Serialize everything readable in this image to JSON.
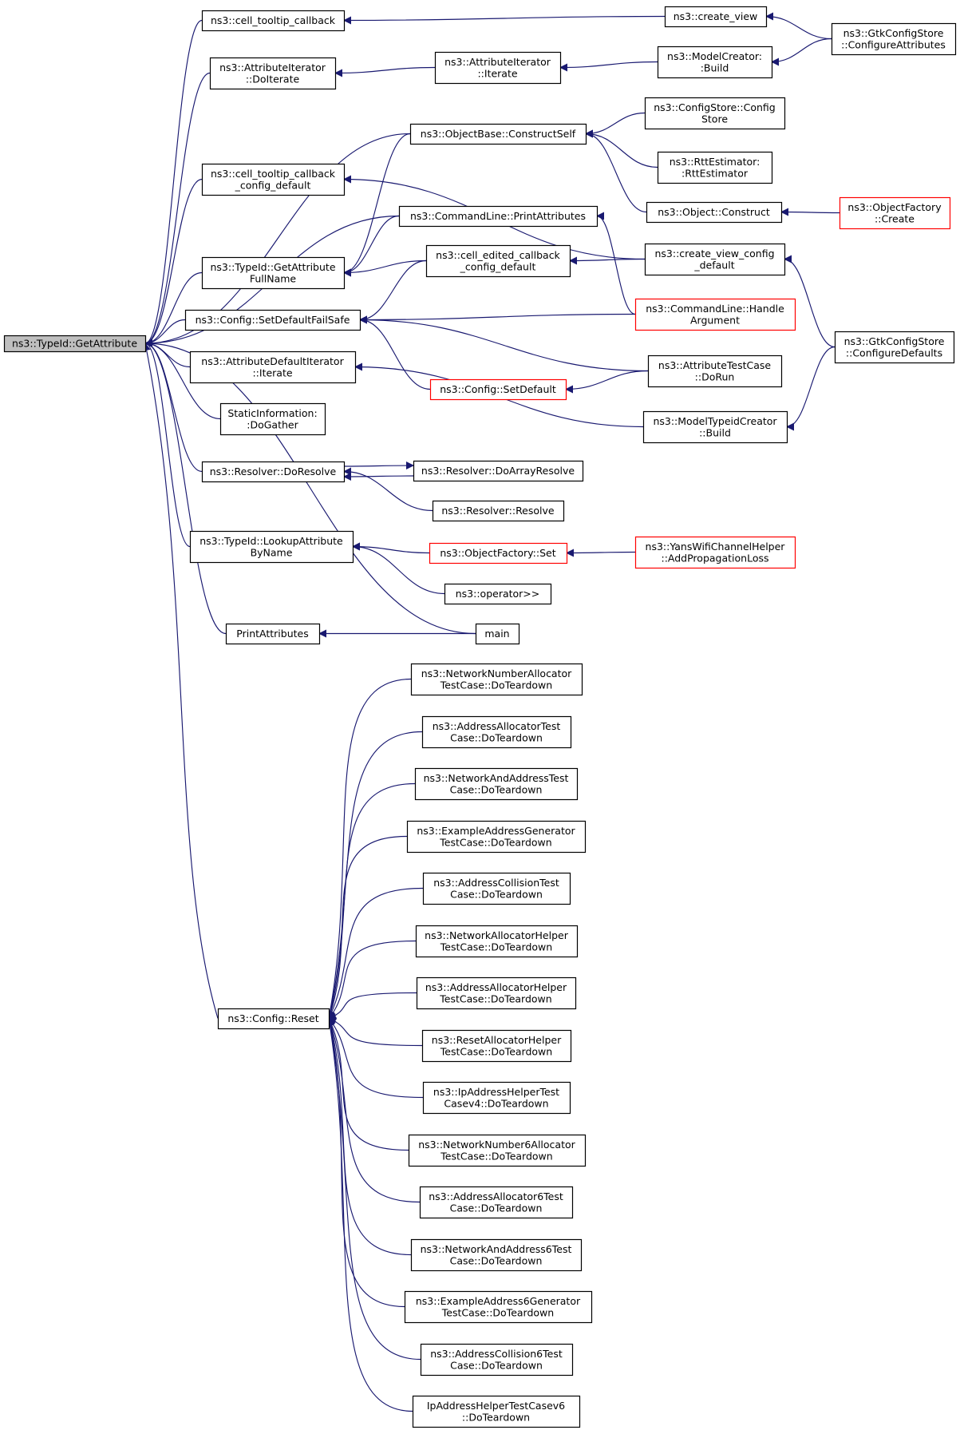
{
  "graph": {
    "colors": {
      "edge": "#191970",
      "node_border": "#000000",
      "node_border_highlight": "#ff0000",
      "root_fill": "#bfbfbf",
      "background": "#ffffff"
    },
    "nodes": [
      {
        "id": "root",
        "lines": [
          "ns3::TypeId::GetAttribute"
        ],
        "root": true
      },
      {
        "id": "ctc",
        "lines": [
          "ns3::cell_tooltip_callback"
        ]
      },
      {
        "id": "aidi",
        "lines": [
          "ns3::AttributeIterator",
          "::DoIterate"
        ]
      },
      {
        "id": "ctccd",
        "lines": [
          "ns3::cell_tooltip_callback",
          "_config_default"
        ]
      },
      {
        "id": "tgafn",
        "lines": [
          "ns3::TypeId::GetAttribute",
          "FullName"
        ]
      },
      {
        "id": "cfgsdfs",
        "lines": [
          "ns3::Config::SetDefaultFailSafe"
        ]
      },
      {
        "id": "adii",
        "lines": [
          "ns3::AttributeDefaultIterator",
          "::Iterate"
        ]
      },
      {
        "id": "sidg",
        "lines": [
          "StaticInformation:",
          ":DoGather"
        ]
      },
      {
        "id": "rdr",
        "lines": [
          "ns3::Resolver::DoResolve"
        ]
      },
      {
        "id": "tlabn",
        "lines": [
          "ns3::TypeId::LookupAttribute",
          "ByName"
        ]
      },
      {
        "id": "pa",
        "lines": [
          "PrintAttributes"
        ]
      },
      {
        "id": "cr",
        "lines": [
          "ns3::Config::Reset"
        ]
      },
      {
        "id": "cv",
        "lines": [
          "ns3::create_view"
        ]
      },
      {
        "id": "aiit",
        "lines": [
          "ns3::AttributeIterator",
          "::Iterate"
        ]
      },
      {
        "id": "obcs",
        "lines": [
          "ns3::ObjectBase::ConstructSelf"
        ]
      },
      {
        "id": "clpa",
        "lines": [
          "ns3::CommandLine::PrintAttributes"
        ]
      },
      {
        "id": "cecd",
        "lines": [
          "ns3::cell_edited_callback",
          "_config_default"
        ]
      },
      {
        "id": "csd",
        "lines": [
          "ns3::Config::SetDefault"
        ],
        "red": true
      },
      {
        "id": "rdar",
        "lines": [
          "ns3::Resolver::DoArrayResolve"
        ]
      },
      {
        "id": "rr",
        "lines": [
          "ns3::Resolver::Resolve"
        ]
      },
      {
        "id": "ofs",
        "lines": [
          "ns3::ObjectFactory::Set"
        ],
        "red": true
      },
      {
        "id": "op",
        "lines": [
          "ns3::operator>>"
        ]
      },
      {
        "id": "main",
        "lines": [
          "main"
        ]
      },
      {
        "id": "mcb",
        "lines": [
          "ns3::ModelCreator:",
          ":Build"
        ]
      },
      {
        "id": "cscs",
        "lines": [
          "ns3::ConfigStore::Config",
          "Store"
        ]
      },
      {
        "id": "rtte",
        "lines": [
          "ns3::RttEstimator:",
          ":RttEstimator"
        ]
      },
      {
        "id": "oc",
        "lines": [
          "ns3::Object::Construct"
        ]
      },
      {
        "id": "cvcd",
        "lines": [
          "ns3::create_view_config",
          "_default"
        ]
      },
      {
        "id": "clha",
        "lines": [
          "ns3::CommandLine::Handle",
          "Argument"
        ],
        "red": true
      },
      {
        "id": "atcdr",
        "lines": [
          "ns3::AttributeTestCase",
          "::DoRun"
        ]
      },
      {
        "id": "mtcb",
        "lines": [
          "ns3::ModelTypeidCreator",
          "::Build"
        ]
      },
      {
        "id": "ywch",
        "lines": [
          "ns3::YansWifiChannelHelper",
          "::AddPropagationLoss"
        ],
        "red": true
      },
      {
        "id": "gcsca",
        "lines": [
          "ns3::GtkConfigStore",
          "::ConfigureAttributes"
        ]
      },
      {
        "id": "ofc",
        "lines": [
          "ns3::ObjectFactory",
          "::Create"
        ],
        "red": true
      },
      {
        "id": "gcscd",
        "lines": [
          "ns3::GtkConfigStore",
          "::ConfigureDefaults"
        ]
      },
      {
        "id": "t1",
        "lines": [
          "ns3::NetworkNumberAllocator",
          "TestCase::DoTeardown"
        ]
      },
      {
        "id": "t2",
        "lines": [
          "ns3::AddressAllocatorTest",
          "Case::DoTeardown"
        ]
      },
      {
        "id": "t3",
        "lines": [
          "ns3::NetworkAndAddressTest",
          "Case::DoTeardown"
        ]
      },
      {
        "id": "t4",
        "lines": [
          "ns3::ExampleAddressGenerator",
          "TestCase::DoTeardown"
        ]
      },
      {
        "id": "t5",
        "lines": [
          "ns3::AddressCollisionTest",
          "Case::DoTeardown"
        ]
      },
      {
        "id": "t6",
        "lines": [
          "ns3::NetworkAllocatorHelper",
          "TestCase::DoTeardown"
        ]
      },
      {
        "id": "t7",
        "lines": [
          "ns3::AddressAllocatorHelper",
          "TestCase::DoTeardown"
        ]
      },
      {
        "id": "t8",
        "lines": [
          "ns3::ResetAllocatorHelper",
          "TestCase::DoTeardown"
        ]
      },
      {
        "id": "t9",
        "lines": [
          "ns3::IpAddressHelperTest",
          "Casev4::DoTeardown"
        ]
      },
      {
        "id": "t10",
        "lines": [
          "ns3::NetworkNumber6Allocator",
          "TestCase::DoTeardown"
        ]
      },
      {
        "id": "t11",
        "lines": [
          "ns3::AddressAllocator6Test",
          "Case::DoTeardown"
        ]
      },
      {
        "id": "t12",
        "lines": [
          "ns3::NetworkAndAddress6Test",
          "Case::DoTeardown"
        ]
      },
      {
        "id": "t13",
        "lines": [
          "ns3::ExampleAddress6Generator",
          "TestCase::DoTeardown"
        ]
      },
      {
        "id": "t14",
        "lines": [
          "ns3::AddressCollision6Test",
          "Case::DoTeardown"
        ]
      },
      {
        "id": "t15",
        "lines": [
          "IpAddressHelperTestCasev6",
          "::DoTeardown"
        ]
      }
    ],
    "edges": [
      [
        "root",
        "ctc"
      ],
      [
        "root",
        "aidi"
      ],
      [
        "root",
        "ctccd"
      ],
      [
        "root",
        "tgafn"
      ],
      [
        "root",
        "cfgsdfs"
      ],
      [
        "root",
        "adii"
      ],
      [
        "root",
        "sidg"
      ],
      [
        "root",
        "rdr"
      ],
      [
        "root",
        "tlabn"
      ],
      [
        "root",
        "pa"
      ],
      [
        "root",
        "cr"
      ],
      [
        "root",
        "obcs"
      ],
      [
        "root",
        "clpa"
      ],
      [
        "root",
        "main"
      ],
      [
        "ctc",
        "cv"
      ],
      [
        "cv",
        "gcsca"
      ],
      [
        "aidi",
        "aiit"
      ],
      [
        "aiit",
        "mcb"
      ],
      [
        "mcb",
        "gcsca"
      ],
      [
        "obcs",
        "cscs"
      ],
      [
        "obcs",
        "rtte"
      ],
      [
        "obcs",
        "oc"
      ],
      [
        "oc",
        "ofc"
      ],
      [
        "ctccd",
        "cvcd"
      ],
      [
        "cvcd",
        "gcscd"
      ],
      [
        "tgafn",
        "obcs"
      ],
      [
        "tgafn",
        "clpa"
      ],
      [
        "tgafn",
        "cecd"
      ],
      [
        "cecd",
        "cvcd"
      ],
      [
        "clpa",
        "clha"
      ],
      [
        "cfgsdfs",
        "cecd"
      ],
      [
        "cfgsdfs",
        "clha"
      ],
      [
        "cfgsdfs",
        "atcdr"
      ],
      [
        "cfgsdfs",
        "csd"
      ],
      [
        "csd",
        "atcdr"
      ],
      [
        "adii",
        "mtcb"
      ],
      [
        "mtcb",
        "gcscd"
      ],
      [
        "rdr",
        "rdar"
      ],
      [
        "rdar",
        "rdr"
      ],
      [
        "rdr",
        "rr"
      ],
      [
        "tlabn",
        "ofs"
      ],
      [
        "tlabn",
        "op"
      ],
      [
        "ofs",
        "ywch"
      ],
      [
        "pa",
        "main"
      ],
      [
        "cr",
        "t1"
      ],
      [
        "cr",
        "t2"
      ],
      [
        "cr",
        "t3"
      ],
      [
        "cr",
        "t4"
      ],
      [
        "cr",
        "t5"
      ],
      [
        "cr",
        "t6"
      ],
      [
        "cr",
        "t7"
      ],
      [
        "cr",
        "t8"
      ],
      [
        "cr",
        "t9"
      ],
      [
        "cr",
        "t10"
      ],
      [
        "cr",
        "t11"
      ],
      [
        "cr",
        "t12"
      ],
      [
        "cr",
        "t13"
      ],
      [
        "cr",
        "t14"
      ],
      [
        "cr",
        "t15"
      ]
    ]
  }
}
